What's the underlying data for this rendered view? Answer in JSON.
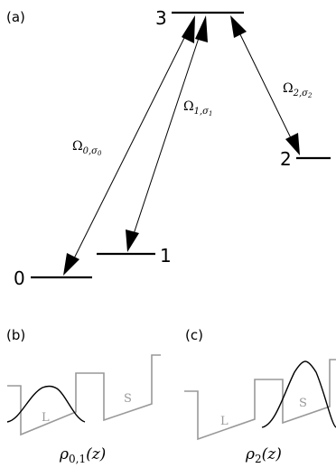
{
  "panels": {
    "a": "(a)",
    "b": "(b)",
    "c": "(c)"
  },
  "levels": {
    "level0": "0",
    "level1": "1",
    "level2": "2",
    "level3": "3"
  },
  "couplings": {
    "omega0": {
      "symbol": "Ω",
      "subscript": "0,σ",
      "subsub": "0"
    },
    "omega1": {
      "symbol": "Ω",
      "subscript": "1,σ",
      "subsub": "1"
    },
    "omega2": {
      "symbol": "Ω",
      "subscript": "2,σ",
      "subsub": "2"
    }
  },
  "wells": {
    "b_left": "L",
    "b_right": "S",
    "c_left": "L",
    "c_right": "S"
  },
  "densities": {
    "b": {
      "symbol": "ρ",
      "subscript": "0,1",
      "argument": "(z)"
    },
    "c": {
      "symbol": "ρ",
      "subscript": "2",
      "argument": "(z)"
    }
  }
}
